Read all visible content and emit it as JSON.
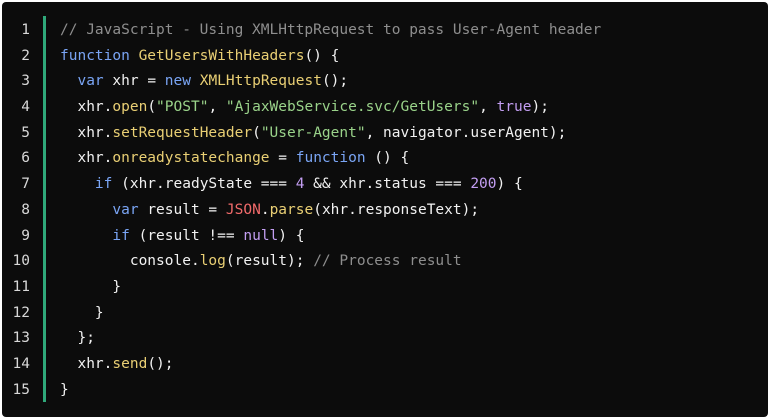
{
  "editor": {
    "line_numbers": [
      "1",
      "2",
      "3",
      "4",
      "5",
      "6",
      "7",
      "8",
      "9",
      "10",
      "11",
      "12",
      "13",
      "14",
      "15"
    ],
    "lines": [
      [
        {
          "t": "// JavaScript - Using XMLHttpRequest to pass User-Agent header",
          "c": "comment"
        }
      ],
      [
        {
          "t": "function",
          "c": "keyword"
        },
        {
          "t": " ",
          "c": "plain"
        },
        {
          "t": "GetUsersWithHeaders",
          "c": "fn"
        },
        {
          "t": "() {",
          "c": "plain"
        }
      ],
      [
        {
          "t": "  ",
          "c": "plain"
        },
        {
          "t": "var",
          "c": "keyword"
        },
        {
          "t": " xhr = ",
          "c": "plain"
        },
        {
          "t": "new",
          "c": "keyword"
        },
        {
          "t": " ",
          "c": "plain"
        },
        {
          "t": "XMLHttpRequest",
          "c": "fn"
        },
        {
          "t": "();",
          "c": "plain"
        }
      ],
      [
        {
          "t": "  xhr.",
          "c": "plain"
        },
        {
          "t": "open",
          "c": "fn"
        },
        {
          "t": "(",
          "c": "plain"
        },
        {
          "t": "\"POST\"",
          "c": "string"
        },
        {
          "t": ", ",
          "c": "plain"
        },
        {
          "t": "\"AjaxWebService.svc/GetUsers\"",
          "c": "string"
        },
        {
          "t": ", ",
          "c": "plain"
        },
        {
          "t": "true",
          "c": "number"
        },
        {
          "t": ");",
          "c": "plain"
        }
      ],
      [
        {
          "t": "  xhr.",
          "c": "plain"
        },
        {
          "t": "setRequestHeader",
          "c": "fn"
        },
        {
          "t": "(",
          "c": "plain"
        },
        {
          "t": "\"User-Agent\"",
          "c": "string"
        },
        {
          "t": ", navigator.userAgent);",
          "c": "plain"
        }
      ],
      [
        {
          "t": "  xhr.",
          "c": "plain"
        },
        {
          "t": "onreadystatechange",
          "c": "fn"
        },
        {
          "t": " = ",
          "c": "plain"
        },
        {
          "t": "function",
          "c": "keyword"
        },
        {
          "t": " () {",
          "c": "plain"
        }
      ],
      [
        {
          "t": "    ",
          "c": "plain"
        },
        {
          "t": "if",
          "c": "keyword"
        },
        {
          "t": " (xhr.readyState === ",
          "c": "plain"
        },
        {
          "t": "4",
          "c": "number"
        },
        {
          "t": " && xhr.status === ",
          "c": "plain"
        },
        {
          "t": "200",
          "c": "number"
        },
        {
          "t": ") {",
          "c": "plain"
        }
      ],
      [
        {
          "t": "      ",
          "c": "plain"
        },
        {
          "t": "var",
          "c": "keyword"
        },
        {
          "t": " result = ",
          "c": "plain"
        },
        {
          "t": "JSON",
          "c": "builtin"
        },
        {
          "t": ".",
          "c": "plain"
        },
        {
          "t": "parse",
          "c": "fn"
        },
        {
          "t": "(xhr.responseText);",
          "c": "plain"
        }
      ],
      [
        {
          "t": "      ",
          "c": "plain"
        },
        {
          "t": "if",
          "c": "keyword"
        },
        {
          "t": " (result !== ",
          "c": "plain"
        },
        {
          "t": "null",
          "c": "number"
        },
        {
          "t": ") {",
          "c": "plain"
        }
      ],
      [
        {
          "t": "        console.",
          "c": "plain"
        },
        {
          "t": "log",
          "c": "fn"
        },
        {
          "t": "(result); ",
          "c": "plain"
        },
        {
          "t": "// Process result",
          "c": "comment"
        }
      ],
      [
        {
          "t": "      }",
          "c": "plain"
        }
      ],
      [
        {
          "t": "    }",
          "c": "plain"
        }
      ],
      [
        {
          "t": "  };",
          "c": "plain"
        }
      ],
      [
        {
          "t": "  xhr.",
          "c": "plain"
        },
        {
          "t": "send",
          "c": "fn"
        },
        {
          "t": "();",
          "c": "plain"
        }
      ],
      [
        {
          "t": "}",
          "c": "plain"
        }
      ]
    ]
  },
  "colors": {
    "background": "#0c0c0c",
    "gutter_accent": "#2fa87a",
    "comment": "#8e8e8e",
    "keyword": "#7aa5f5",
    "function": "#e9cf74",
    "string": "#9ad38a",
    "number": "#c39ef2",
    "builtin": "#f06a6a"
  }
}
